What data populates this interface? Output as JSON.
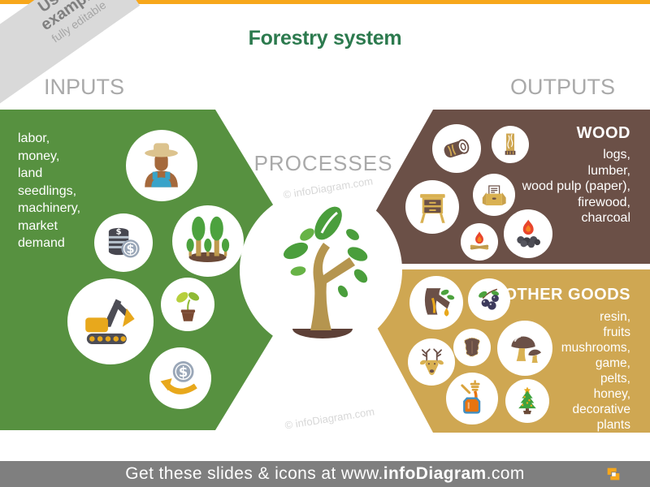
{
  "slide": {
    "title": "Forestry system",
    "ribbon": {
      "title": "Usage\nexample",
      "subtitle": "fully editable"
    },
    "watermark_text": "© infoDiagram.com",
    "footer": {
      "prefix": "Get these slides & icons at www.",
      "brand": "infoDiagram",
      "suffix": ".com",
      "logo_icon": "infodiagram-logo"
    },
    "colors": {
      "accent_orange": "#f7a71b",
      "title_green": "#2c7a4e",
      "inputs_green": "#579140",
      "wood_brown": "#6b5047",
      "goods_tan": "#cfa752",
      "label_gray": "#a9a9a9",
      "footer_gray": "#7f7f7f"
    }
  },
  "inputs": {
    "heading": "INPUTS",
    "items": "labor,\nmoney,\nland\nseedlings,\nmachinery,\nmarket\ndemand",
    "icons": [
      "farmer-icon",
      "coins-stack-icon",
      "trees-icon",
      "excavator-icon",
      "seedling-pot-icon",
      "money-return-icon"
    ]
  },
  "processes": {
    "heading": "PROCESSES",
    "icon": "growing-tree-icon"
  },
  "outputs": {
    "heading": "OUTPUTS",
    "wood": {
      "heading": "WOOD",
      "items": "logs,\nlumber,\nwood pulp (paper),\nfirewood,\ncharcoal",
      "icons": [
        "log-icon",
        "lumber-plank-icon",
        "cabinet-icon",
        "paper-box-icon",
        "campfire-icon",
        "charcoal-icon"
      ]
    },
    "other_goods": {
      "heading": "OTHER GOODS",
      "items": "resin,\nfruits\nmushrooms,\ngame,\npelts,\nhoney,\ndecorative\nplants",
      "icons": [
        "resin-icon",
        "berries-icon",
        "pelt-icon",
        "deer-icon",
        "mushrooms-icon",
        "honey-icon",
        "christmas-tree-icon"
      ]
    }
  }
}
